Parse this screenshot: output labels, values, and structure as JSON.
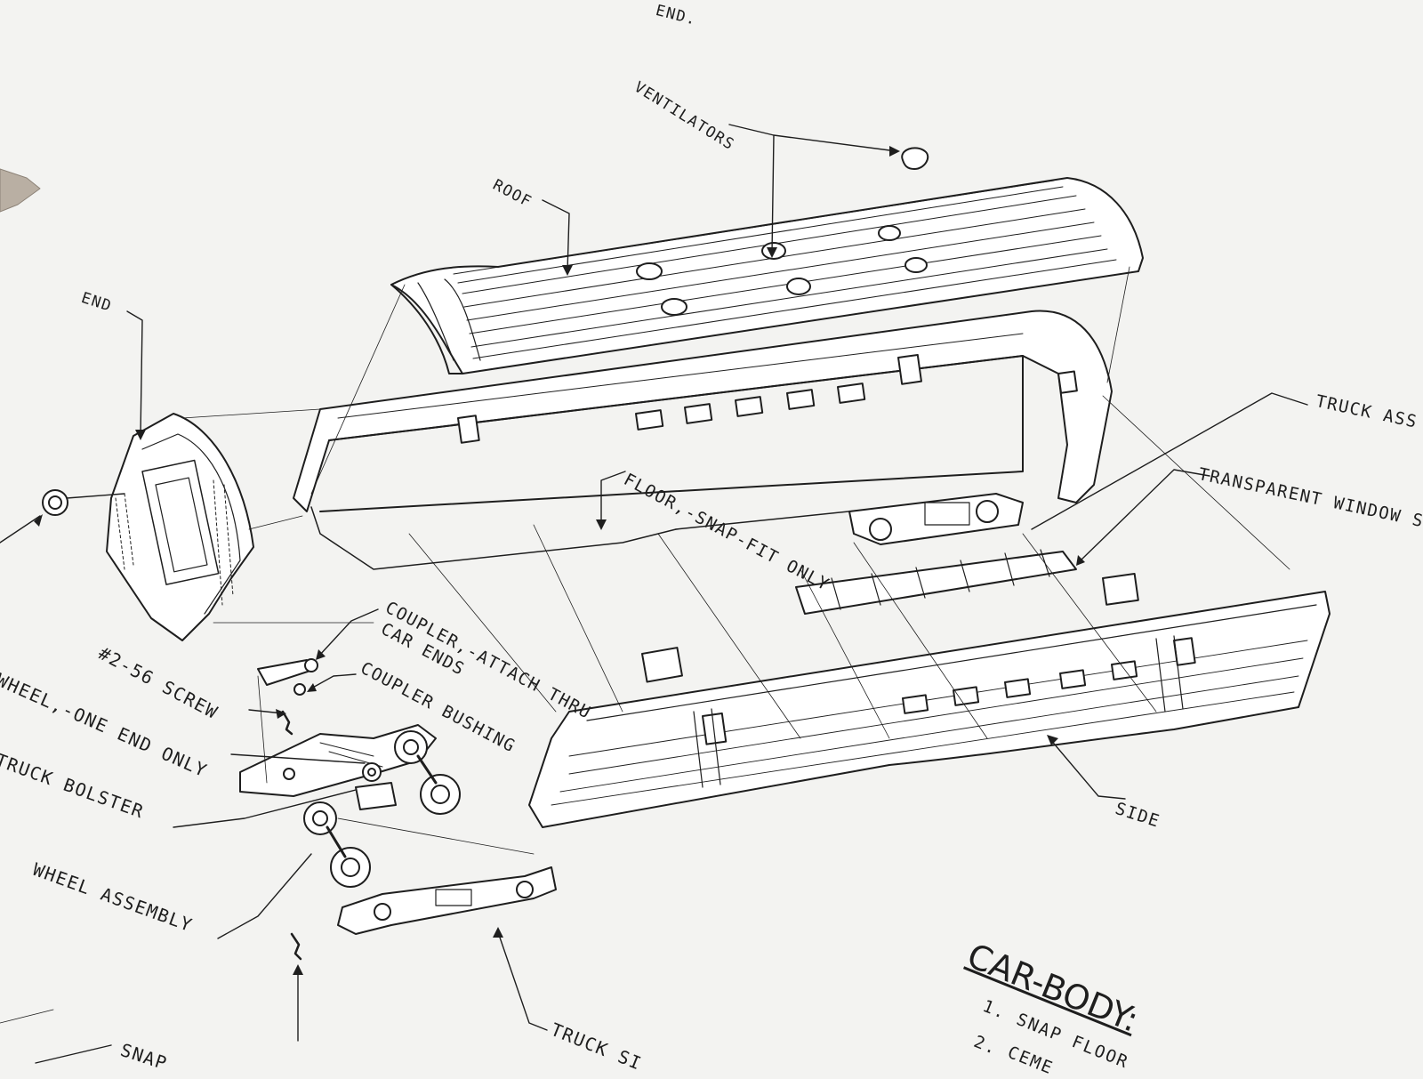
{
  "colors": {
    "paper": "#f3f3f1",
    "ink": "#1e1e1e",
    "cardboard": "#b9afa3"
  },
  "labels": {
    "top_fragment": "END.",
    "ventilators": "VENTILATORS",
    "roof": "ROOF",
    "end": "END",
    "truck_assembly": "TRUCK ASS",
    "transparent_window": "TRANSPARENT WINDOW S",
    "floor": "FLOOR,-SNAP-FIT ONLY",
    "coupler_line1": "COUPLER,-ATTACH THRU",
    "coupler_line2": "CAR ENDS",
    "screw": "#2-56 SCREW",
    "coupler_bushing": "COUPLER BUSHING",
    "wheel_one_end": "WHEEL,-ONE END ONLY",
    "truck_bolster": "TRUCK BOLSTER",
    "wheel_assembly": "WHEEL ASSEMBLY",
    "side": "SIDE",
    "truck_side": "TRUCK SI",
    "snap_fragment": "SNAP"
  },
  "instructions": {
    "heading": "CAR-BODY:",
    "steps": [
      {
        "number": "1.",
        "text": "SNAP FLOOR"
      },
      {
        "number": "2.",
        "text": "CEME"
      }
    ]
  }
}
